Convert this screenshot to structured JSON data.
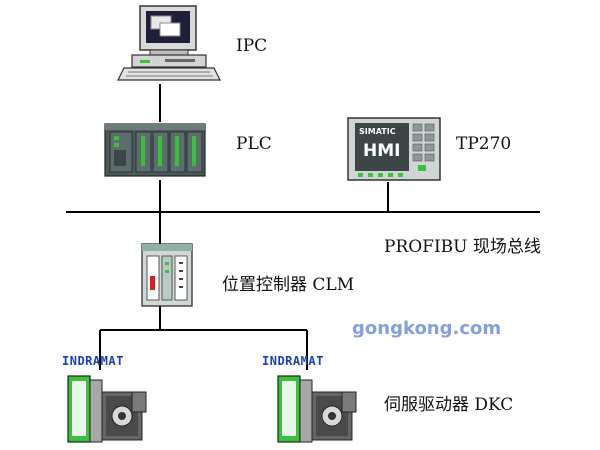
{
  "labels": {
    "ipc": "IPC",
    "plc": "PLC",
    "tp270": "TP270",
    "profibus": "PROFIBU 现场总线",
    "clm": "位置控制器 CLM",
    "dkc": "伺服驱动器 DKC"
  },
  "hmi_panel": {
    "line1": "SIMATIC",
    "line2": "HMI"
  },
  "drives": [
    {
      "brand": "INDRAMAT"
    },
    {
      "brand": "INDRAMAT"
    }
  ],
  "watermark": "gongkong.com",
  "colors": {
    "line": "#000000",
    "plc_body": "#4c5a5a",
    "plc_led": "#37c23a",
    "drive_green": "#3fbf3f",
    "brand_blue": "#1a3fb5",
    "watermark": "#6f8fd8"
  }
}
